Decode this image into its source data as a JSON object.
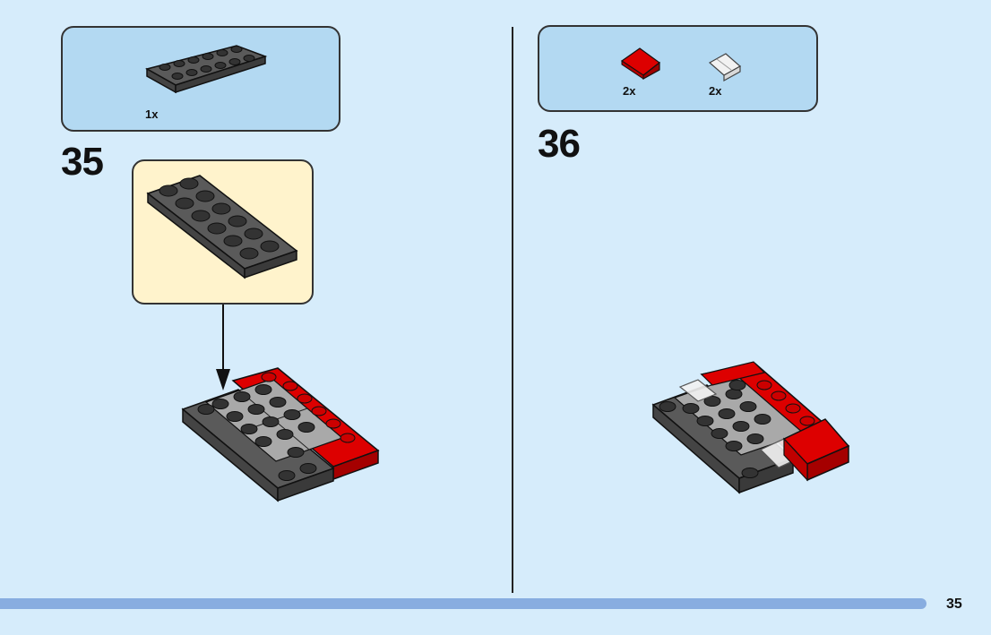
{
  "page": {
    "number": "35"
  },
  "step35": {
    "number": "35",
    "parts": [
      {
        "name": "dark gray plate 2x6",
        "quantity": "1x",
        "color": "#5a5a5a"
      }
    ]
  },
  "step36": {
    "number": "36",
    "parts": [
      {
        "name": "red slope 2x2",
        "quantity": "2x",
        "color": "#dd0000"
      },
      {
        "name": "transparent clear slope 2x2",
        "quantity": "2x",
        "color": "#f2f2f2"
      }
    ]
  },
  "colors": {
    "background": "#d6ecfb",
    "parts_box": "#b3d9f2",
    "callout": "#fff3cc",
    "footer_bar": "#88ade0",
    "brick_dark_gray": "#5a5a5a",
    "brick_light_gray": "#a9a9a9",
    "brick_red": "#dd0000"
  }
}
